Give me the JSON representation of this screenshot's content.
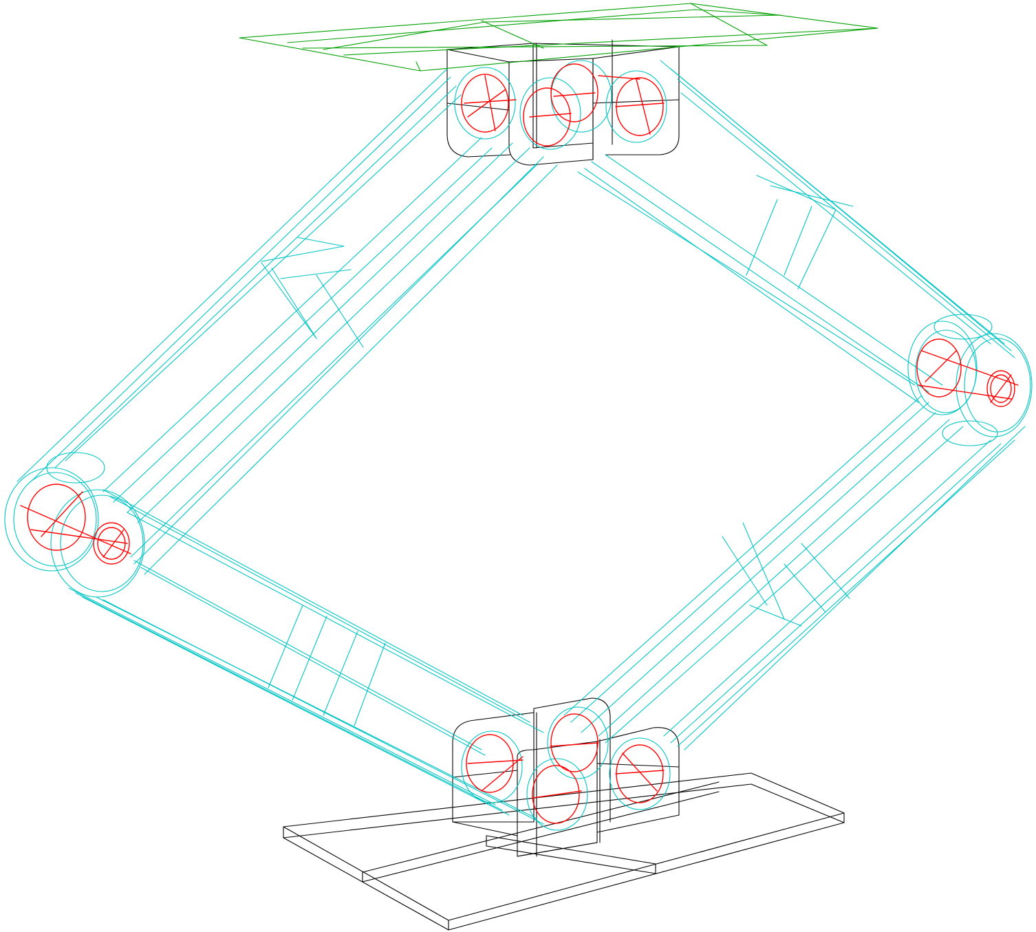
{
  "view": {
    "type": "cad-wireframe",
    "background": "#ffffff"
  },
  "colors": {
    "platform": "#00a000",
    "links": "#00c4c4",
    "frames": "#000000",
    "joints": "#ff0000"
  },
  "parts": {
    "top_platform": {
      "icon": "green-plate-wireframe"
    },
    "top_joint_housing": {
      "icon": "black-block-wireframe"
    },
    "bottom_joint_housing": {
      "icon": "black-block-wireframe"
    },
    "base_plate": {
      "icon": "black-plate-wireframe"
    },
    "left_elbow_joint": {
      "icon": "red-cylinder-joint"
    },
    "right_elbow_joint": {
      "icon": "red-cylinder-joint"
    },
    "links": {
      "icon": "cyan-link-wireframe",
      "count": 4
    }
  }
}
